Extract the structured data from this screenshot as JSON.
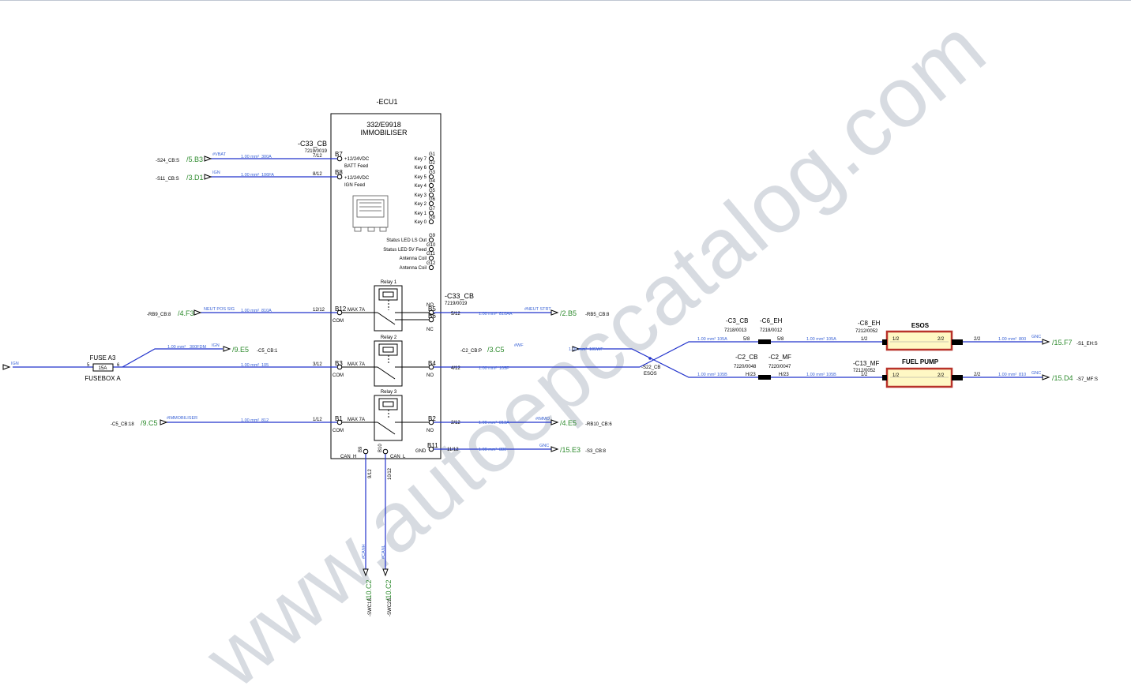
{
  "ecu": {
    "ref": "-ECU1",
    "part": "332/E9918",
    "name": "IMMOBILISER",
    "conn": "-C33_CB",
    "conn_part": "7219/0019"
  },
  "pins": {
    "b7": "B7",
    "b8": "B8",
    "b7_label": "+12/24VDC",
    "b7_sub": "BATT Feed",
    "b8_label": "+12/24VDC",
    "b8_sub": "IGN Feed",
    "b12": "B12",
    "b3": "B3",
    "b1": "B1",
    "b5": "B5",
    "b6": "B6",
    "b4": "B4",
    "b2": "B2",
    "b11": "B11",
    "b9": "B9",
    "b10": "B10",
    "com": "COM",
    "no": "NO",
    "nc": "NC",
    "gnd": "GND",
    "can_h": "CAN_H",
    "can_l": "CAN_L",
    "max": "MAX 7A"
  },
  "keys": [
    {
      "pin": "G1",
      "label": "Key 7"
    },
    {
      "pin": "G2",
      "label": "Key 6"
    },
    {
      "pin": "G3",
      "label": "Key 5"
    },
    {
      "pin": "G4",
      "label": "Key 4"
    },
    {
      "pin": "G5",
      "label": "Key 3"
    },
    {
      "pin": "G6",
      "label": "Key 2"
    },
    {
      "pin": "G7",
      "label": "Key 1"
    },
    {
      "pin": "G8",
      "label": "Key 0"
    }
  ],
  "status_pins": [
    {
      "pin": "G9",
      "label": "Status LED LS Out"
    },
    {
      "pin": "G10",
      "label": "Status LED 5V Feed"
    },
    {
      "pin": "G11",
      "label": "Antenna Coil"
    },
    {
      "pin": "G12",
      "label": "Antenna Coil"
    }
  ],
  "relays": [
    "Relay 1",
    "Relay 2",
    "Relay 3"
  ],
  "left_refs": {
    "r1": "-S24_CB:S",
    "r1_g": "/5.B3",
    "r1_b": "#VBAT",
    "r2": "-S11_CB:S",
    "r2_g": "/3.D1",
    "r2_b": "IGN",
    "r3": "-RB9_CB:8",
    "r3_g": "/4.F3",
    "r3_b": "NEUT POS SIG",
    "r4": "-C5_CB:18",
    "r4_g": "/9.C5",
    "r4_b": "#IMMOBILISER",
    "ign_b": "IGN"
  },
  "fuse": {
    "name": "FUSE A3",
    "box": "FUSEBOX A",
    "rating": "15A",
    "p5": "5",
    "p6": "6",
    "out_g": "/9.E5",
    "out_ref": "-C5_CB:1",
    "out_b": "IGN"
  },
  "right_refs": {
    "r1_g": "/2.B5",
    "r1": "-RB5_CB:8",
    "r1_b": "#NEUT STRT",
    "r2": "-C2_CB:P",
    "r2_g": "/3.C5",
    "r2_b": "#WF",
    "r3_g": "/4.E5",
    "r3": "-RB10_CB:6",
    "r3_b": "#IMMO",
    "r4_g": "/15.E3",
    "r4": "-S3_CB:8",
    "r4_b": "GNC"
  },
  "splice": {
    "ref": "-S22_CB",
    "name": "ESOS"
  },
  "connectors": {
    "c3": "-C3_CB",
    "c3_part": "7218/0013",
    "c6": "-C6_EH",
    "c6_part": "7218/0012",
    "c2": "-C2_CB",
    "c2_part": "7220/0048",
    "c2mf": "-C2_MF",
    "c2mf_part": "7220/0047",
    "c8": "-C8_EH",
    "c8_part": "7212/0052",
    "c13": "-C13_MF",
    "c13_part": "7212/0052"
  },
  "loads": [
    {
      "name": "ESOS",
      "p1": "1/2",
      "p2": "2/2",
      "out_g": "/15.F7",
      "out_ref": "-S1_EH:S",
      "out_b": "GNC"
    },
    {
      "name": "FUEL PUMP",
      "p1": "1/2",
      "p2": "2/2",
      "out_g": "/15.D4",
      "out_ref": "-S7_MF:S",
      "out_b": "GNC"
    }
  ],
  "can": [
    {
      "pin": "9/12",
      "g": "/10.C2",
      "ref": "-SWC1S",
      "b": "#CANH"
    },
    {
      "pin": "10/12",
      "g": "/10.C2",
      "ref": "-SWC2S",
      "b": "#CANL"
    }
  ],
  "wire": {
    "w1": "1.00 mm²",
    "c300a": "300A",
    "c106fa": "106FA",
    "c810a": "810A",
    "c105": "105",
    "c812": "812",
    "c300fdm": "300FDM",
    "c810aa": "810AA",
    "c105wf": "105WF",
    "c105f": "105F",
    "c813a": "813A",
    "c880": "880",
    "c105a": "105A",
    "c105b": "105B",
    "c800": "800",
    "c810": "810",
    "p7_12": "7/12",
    "p8_12": "8/12",
    "p12_12": "12/12",
    "p3_12": "3/12",
    "p1_12": "1/12",
    "p5_12": "5/12",
    "p4_12": "4/12",
    "p2_12": "2/12",
    "p11_12": "11/12",
    "p5_8": "5/8",
    "h23": "H/23",
    "p1_2": "1/2",
    "p2_2": "2/2"
  },
  "watermark": "www.autoepccatalog.com",
  "colors": {
    "wire": "#2233cc",
    "ref": "#2e8b2e",
    "wirelabel": "#3a63d6",
    "load_border": "#b8322a",
    "load_fill": "#fff8c4",
    "watermark": "#d7dbe1"
  }
}
